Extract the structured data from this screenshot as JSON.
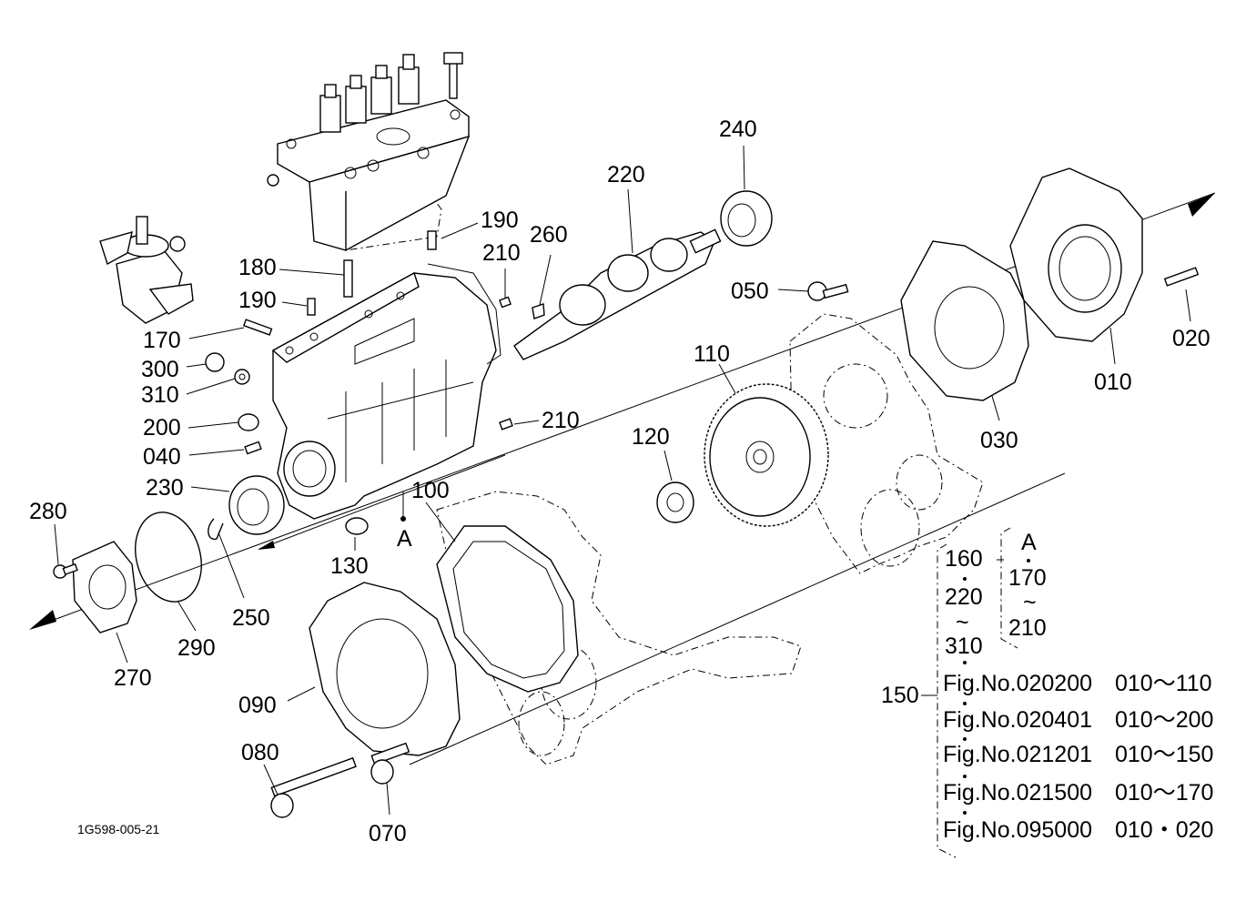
{
  "drawing_id": "1G598-005-21",
  "parts": [
    {
      "id": "p240",
      "label": "240"
    },
    {
      "id": "p220",
      "label": "220"
    },
    {
      "id": "p190a",
      "label": "190"
    },
    {
      "id": "p260",
      "label": "260"
    },
    {
      "id": "p210a",
      "label": "210"
    },
    {
      "id": "p180",
      "label": "180"
    },
    {
      "id": "p190b",
      "label": "190"
    },
    {
      "id": "p170",
      "label": "170"
    },
    {
      "id": "p300",
      "label": "300"
    },
    {
      "id": "p310",
      "label": "310"
    },
    {
      "id": "p200",
      "label": "200"
    },
    {
      "id": "p040",
      "label": "040"
    },
    {
      "id": "p230",
      "label": "230"
    },
    {
      "id": "p280",
      "label": "280"
    },
    {
      "id": "p250",
      "label": "250"
    },
    {
      "id": "p290",
      "label": "290"
    },
    {
      "id": "p270",
      "label": "270"
    },
    {
      "id": "p130",
      "label": "130"
    },
    {
      "id": "pA",
      "label": "A"
    },
    {
      "id": "p100",
      "label": "100"
    },
    {
      "id": "p090",
      "label": "090"
    },
    {
      "id": "p080",
      "label": "080"
    },
    {
      "id": "p070",
      "label": "070"
    },
    {
      "id": "p050",
      "label": "050"
    },
    {
      "id": "p110",
      "label": "110"
    },
    {
      "id": "p120",
      "label": "120"
    },
    {
      "id": "p210b",
      "label": "210"
    },
    {
      "id": "p030",
      "label": "030"
    },
    {
      "id": "p010",
      "label": "010"
    },
    {
      "id": "p020",
      "label": "020"
    }
  ],
  "assembly_group": {
    "left_items": [
      "160",
      "220",
      "310"
    ],
    "right_items": [
      "A",
      "170",
      "210"
    ],
    "tilde": "~",
    "assembly_label": "150",
    "figure_refs": [
      {
        "fig": "Fig.No.020200",
        "range": "010～110"
      },
      {
        "fig": "Fig.No.020401",
        "range": "010～200"
      },
      {
        "fig": "Fig.No.021201",
        "range": "010～150"
      },
      {
        "fig": "Fig.No.021500",
        "range": "010～170"
      },
      {
        "fig": "Fig.No.095000",
        "range": "010・020"
      }
    ]
  }
}
